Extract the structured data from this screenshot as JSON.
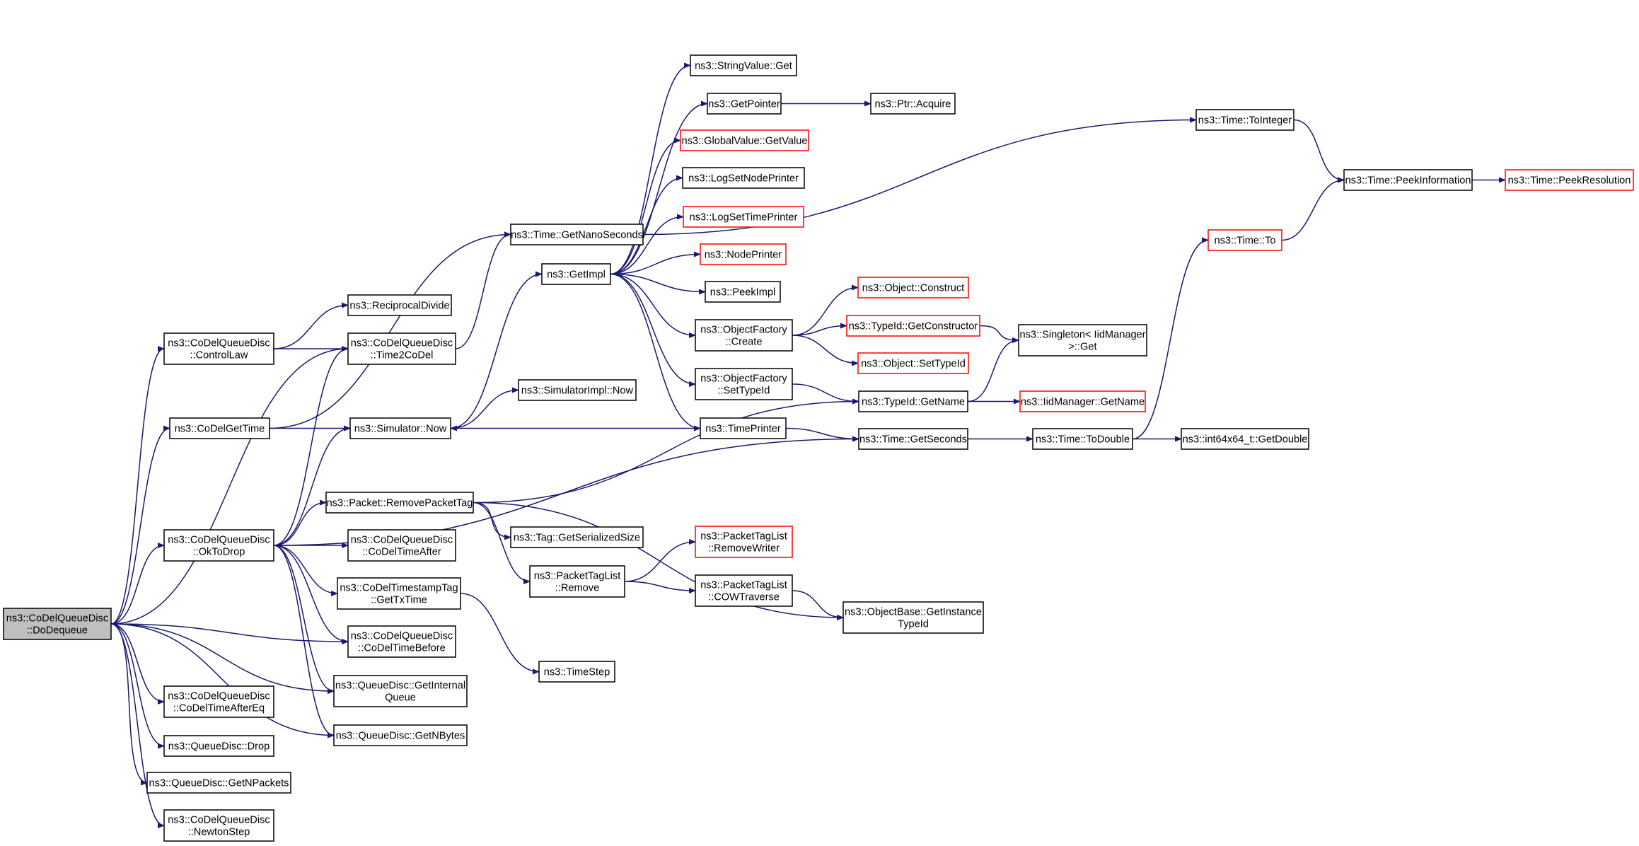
{
  "colors": {
    "edge": "#191970",
    "node_border": "#000000",
    "node_border_truncated": "#ff0000",
    "node_fill": "#ffffff",
    "root_fill": "#bfbfbf"
  },
  "nodes": [
    {
      "id": "dodequeue",
      "lines": [
        "ns3::CoDelQueueDisc",
        "::DoDequeue"
      ],
      "root": true
    },
    {
      "id": "controllaw",
      "lines": [
        "ns3::CoDelQueueDisc",
        "::ControlLaw"
      ]
    },
    {
      "id": "codelgettime",
      "lines": [
        "ns3::CoDelGetTime"
      ]
    },
    {
      "id": "oktodrop",
      "lines": [
        "ns3::CoDelQueueDisc",
        "::OkToDrop"
      ]
    },
    {
      "id": "afterEq",
      "lines": [
        "ns3::CoDelQueueDisc",
        "::CoDelTimeAfterEq"
      ]
    },
    {
      "id": "qdrop",
      "lines": [
        "ns3::QueueDisc::Drop"
      ]
    },
    {
      "id": "getnpackets",
      "lines": [
        "ns3::QueueDisc::GetNPackets"
      ]
    },
    {
      "id": "newtonstep",
      "lines": [
        "ns3::CoDelQueueDisc",
        "::NewtonStep"
      ]
    },
    {
      "id": "recipdiv",
      "lines": [
        "ns3::ReciprocalDivide"
      ]
    },
    {
      "id": "time2codel",
      "lines": [
        "ns3::CoDelQueueDisc",
        "::Time2CoDel"
      ]
    },
    {
      "id": "simnow",
      "lines": [
        "ns3::Simulator::Now"
      ]
    },
    {
      "id": "removepackettag",
      "lines": [
        "ns3::Packet::RemovePacketTag"
      ]
    },
    {
      "id": "timeafter",
      "lines": [
        "ns3::CoDelQueueDisc",
        "::CoDelTimeAfter"
      ]
    },
    {
      "id": "gettxtime",
      "lines": [
        "ns3::CoDelTimestampTag",
        "::GetTxTime"
      ]
    },
    {
      "id": "timebefore",
      "lines": [
        "ns3::CoDelQueueDisc",
        "::CoDelTimeBefore"
      ]
    },
    {
      "id": "getinternalqueue",
      "lines": [
        "ns3::QueueDisc::GetInternal",
        "Queue"
      ]
    },
    {
      "id": "getnbytes",
      "lines": [
        "ns3::QueueDisc::GetNBytes"
      ]
    },
    {
      "id": "getnanoseconds",
      "lines": [
        "ns3::Time::GetNanoSeconds"
      ]
    },
    {
      "id": "getimpl",
      "lines": [
        "ns3::GetImpl"
      ]
    },
    {
      "id": "simimplnow",
      "lines": [
        "ns3::SimulatorImpl::Now"
      ]
    },
    {
      "id": "taggetsersize",
      "lines": [
        "ns3::Tag::GetSerializedSize"
      ]
    },
    {
      "id": "ptlremove",
      "lines": [
        "ns3::PacketTagList",
        "::Remove"
      ]
    },
    {
      "id": "timestep",
      "lines": [
        "ns3::TimeStep"
      ]
    },
    {
      "id": "stringvalueget",
      "lines": [
        "ns3::StringValue::Get"
      ]
    },
    {
      "id": "getpointer",
      "lines": [
        "ns3::GetPointer"
      ]
    },
    {
      "id": "globalvaluegetvalue",
      "lines": [
        "ns3::GlobalValue::GetValue"
      ],
      "truncated": true
    },
    {
      "id": "lognodeprinter",
      "lines": [
        "ns3::LogSetNodePrinter"
      ]
    },
    {
      "id": "logtimeprinter",
      "lines": [
        "ns3::LogSetTimePrinter"
      ],
      "truncated": true
    },
    {
      "id": "nodeprinter",
      "lines": [
        "ns3::NodePrinter"
      ],
      "truncated": true
    },
    {
      "id": "peekimpl",
      "lines": [
        "ns3::PeekImpl"
      ]
    },
    {
      "id": "ofcreate",
      "lines": [
        "ns3::ObjectFactory",
        "::Create"
      ]
    },
    {
      "id": "ofsettypeid",
      "lines": [
        "ns3::ObjectFactory",
        "::SetTypeId"
      ]
    },
    {
      "id": "timeprinter",
      "lines": [
        "ns3::TimePrinter"
      ]
    },
    {
      "id": "ptlremovewriter",
      "lines": [
        "ns3::PacketTagList",
        "::RemoveWriter"
      ],
      "truncated": true
    },
    {
      "id": "cowtraverse",
      "lines": [
        "ns3::PacketTagList",
        "::COWTraverse"
      ]
    },
    {
      "id": "ptracquire",
      "lines": [
        "ns3::Ptr::Acquire"
      ]
    },
    {
      "id": "objconstruct",
      "lines": [
        "ns3::Object::Construct"
      ],
      "truncated": true
    },
    {
      "id": "typeidgetconstructor",
      "lines": [
        "ns3::TypeId::GetConstructor"
      ],
      "truncated": true
    },
    {
      "id": "objsettypeid",
      "lines": [
        "ns3::Object::SetTypeId"
      ],
      "truncated": true
    },
    {
      "id": "typeidgetname",
      "lines": [
        "ns3::TypeId::GetName"
      ]
    },
    {
      "id": "timegetseconds",
      "lines": [
        "ns3::Time::GetSeconds"
      ]
    },
    {
      "id": "objbasegetinstancetypeid",
      "lines": [
        "ns3::ObjectBase::GetInstance",
        "TypeId"
      ]
    },
    {
      "id": "singletonget",
      "lines": [
        "ns3::Singleton< IidManager",
        " >::Get"
      ]
    },
    {
      "id": "iidmanagergetname",
      "lines": [
        "ns3::IidManager::GetName"
      ],
      "truncated": true
    },
    {
      "id": "timetodouble",
      "lines": [
        "ns3::Time::ToDouble"
      ]
    },
    {
      "id": "timetointeger",
      "lines": [
        "ns3::Time::ToInteger"
      ]
    },
    {
      "id": "timeto",
      "lines": [
        "ns3::Time::To"
      ],
      "truncated": true
    },
    {
      "id": "int64getdouble",
      "lines": [
        "ns3::int64x64_t::GetDouble"
      ]
    },
    {
      "id": "peekinformation",
      "lines": [
        "ns3::Time::PeekInformation"
      ]
    },
    {
      "id": "peekresolution",
      "lines": [
        "ns3::Time::PeekResolution"
      ],
      "truncated": true
    }
  ],
  "edges": [
    [
      "dodequeue",
      "controllaw"
    ],
    [
      "dodequeue",
      "time2codel"
    ],
    [
      "dodequeue",
      "codelgettime"
    ],
    [
      "dodequeue",
      "oktodrop"
    ],
    [
      "dodequeue",
      "timebefore"
    ],
    [
      "dodequeue",
      "getinternalqueue"
    ],
    [
      "dodequeue",
      "getnbytes"
    ],
    [
      "dodequeue",
      "afterEq"
    ],
    [
      "dodequeue",
      "qdrop"
    ],
    [
      "dodequeue",
      "getnpackets"
    ],
    [
      "dodequeue",
      "newtonstep"
    ],
    [
      "controllaw",
      "recipdiv"
    ],
    [
      "controllaw",
      "time2codel"
    ],
    [
      "time2codel",
      "getnanoseconds"
    ],
    [
      "codelgettime",
      "getnanoseconds"
    ],
    [
      "codelgettime",
      "simnow"
    ],
    [
      "oktodrop",
      "time2codel"
    ],
    [
      "oktodrop",
      "simnow"
    ],
    [
      "oktodrop",
      "timegetseconds"
    ],
    [
      "oktodrop",
      "removepackettag"
    ],
    [
      "oktodrop",
      "timeafter"
    ],
    [
      "oktodrop",
      "gettxtime"
    ],
    [
      "oktodrop",
      "timebefore"
    ],
    [
      "oktodrop",
      "getinternalqueue"
    ],
    [
      "oktodrop",
      "getnbytes"
    ],
    [
      "simnow",
      "getimpl"
    ],
    [
      "simnow",
      "simimplnow"
    ],
    [
      "getnanoseconds",
      "timetointeger"
    ],
    [
      "getimpl",
      "stringvalueget"
    ],
    [
      "getimpl",
      "getpointer"
    ],
    [
      "getimpl",
      "globalvaluegetvalue"
    ],
    [
      "getimpl",
      "lognodeprinter"
    ],
    [
      "getimpl",
      "logtimeprinter"
    ],
    [
      "getimpl",
      "nodeprinter"
    ],
    [
      "getimpl",
      "peekimpl"
    ],
    [
      "getimpl",
      "ofcreate"
    ],
    [
      "getimpl",
      "ofsettypeid"
    ],
    [
      "getimpl",
      "timeprinter"
    ],
    [
      "getpointer",
      "ptracquire"
    ],
    [
      "ofcreate",
      "objconstruct"
    ],
    [
      "ofcreate",
      "typeidgetconstructor"
    ],
    [
      "ofcreate",
      "objsettypeid"
    ],
    [
      "typeidgetconstructor",
      "singletonget"
    ],
    [
      "ofsettypeid",
      "typeidgetname"
    ],
    [
      "typeidgetname",
      "singletonget"
    ],
    [
      "typeidgetname",
      "iidmanagergetname"
    ],
    [
      "timeprinter",
      "simnow"
    ],
    [
      "timeprinter",
      "timegetseconds"
    ],
    [
      "timegetseconds",
      "timetodouble"
    ],
    [
      "timetodouble",
      "timeto"
    ],
    [
      "timetodouble",
      "int64getdouble"
    ],
    [
      "timeto",
      "peekinformation"
    ],
    [
      "timetointeger",
      "peekinformation"
    ],
    [
      "peekinformation",
      "peekresolution"
    ],
    [
      "removepackettag",
      "typeidgetname"
    ],
    [
      "removepackettag",
      "taggetsersize"
    ],
    [
      "removepackettag",
      "ptlremove"
    ],
    [
      "removepackettag",
      "objbasegetinstancetypeid"
    ],
    [
      "ptlremove",
      "ptlremovewriter"
    ],
    [
      "ptlremove",
      "cowtraverse"
    ],
    [
      "cowtraverse",
      "objbasegetinstancetypeid"
    ],
    [
      "gettxtime",
      "timestep"
    ]
  ]
}
